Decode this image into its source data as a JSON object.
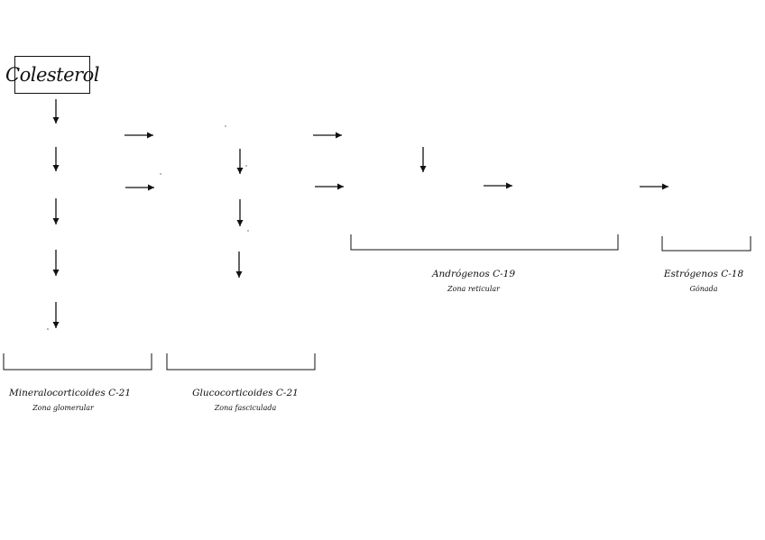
{
  "start_node": {
    "label": "Colesterol"
  },
  "groups": [
    {
      "name": "Mineralocorticoides C-21",
      "zone": "Zona glomerular"
    },
    {
      "name": "Glucocorticoides C-21",
      "zone": "Zona fasciculada"
    },
    {
      "name": "Andrógenos C-19",
      "zone": "Zona reticular"
    },
    {
      "name": "Estrógenos C-18",
      "zone": "Gónada"
    }
  ],
  "colors": {
    "ink": "#111111",
    "background": "#ffffff"
  }
}
